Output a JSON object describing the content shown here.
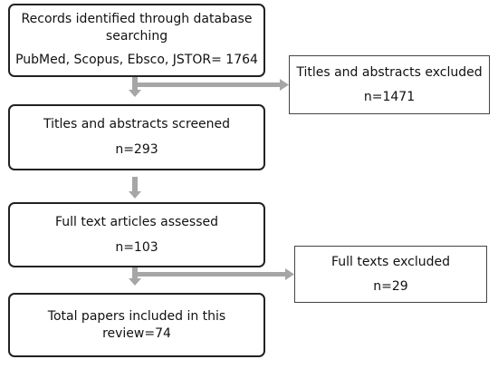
{
  "boxes": {
    "identified": {
      "line1": "Records identified through database",
      "line2": "searching",
      "line3": "PubMed, Scopus, Ebsco, JSTOR= 1764"
    },
    "screened": {
      "line1": "Titles and abstracts screened",
      "line2": "n=293"
    },
    "assessed": {
      "line1": "Full text articles assessed",
      "line2": "n=103"
    },
    "included": {
      "line1": "Total papers included in this",
      "line2": "review=74"
    }
  },
  "exclusions": {
    "titles_abstracts": {
      "line1": "Titles and abstracts excluded",
      "line2": "n=1471"
    },
    "full_texts": {
      "line1": "Full texts excluded",
      "line2": "n=29"
    }
  },
  "colors": {
    "arrow": "#a6a6a6",
    "main_border": "#222222",
    "side_border": "#444444"
  }
}
